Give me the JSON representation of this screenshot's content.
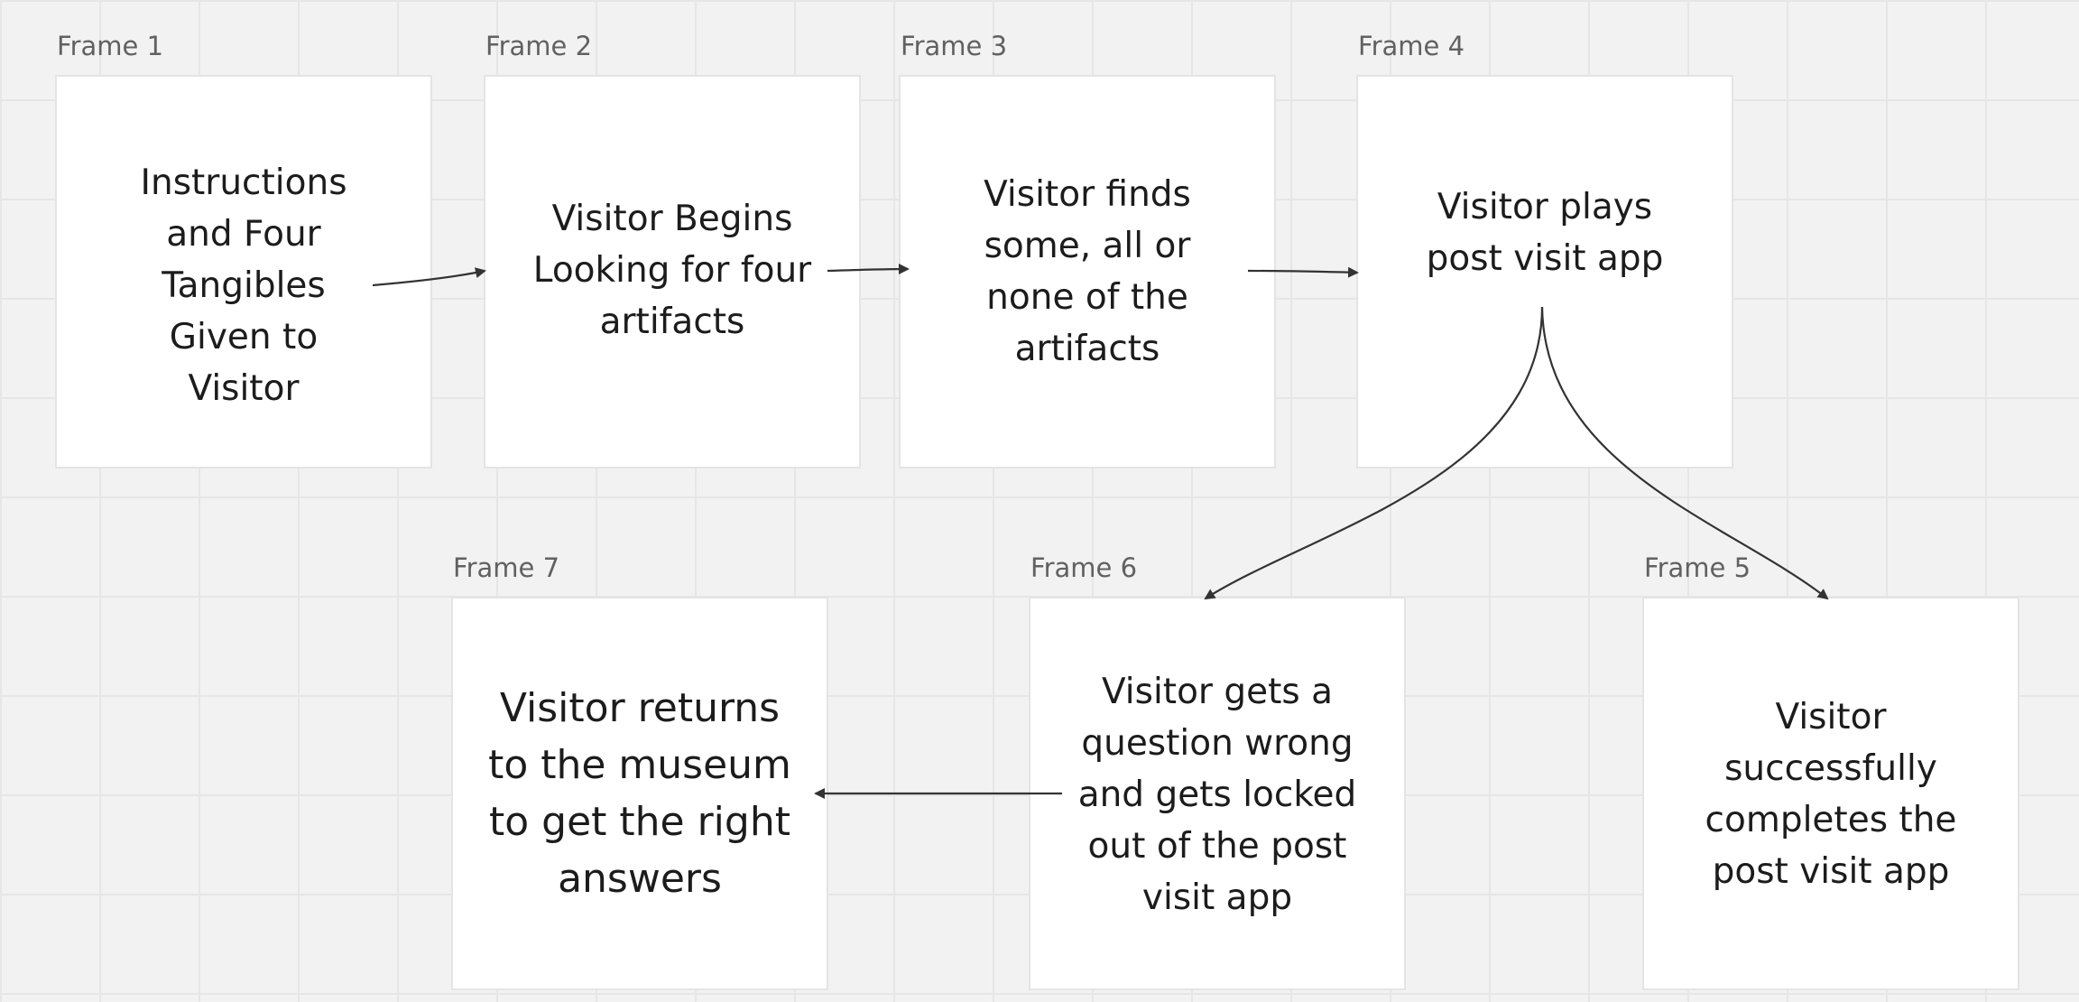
{
  "frames": [
    {
      "id": "frame-1",
      "label": "Frame 1",
      "text": "Instructions\nand Four\nTangibles\nGiven to\nVisitor"
    },
    {
      "id": "frame-2",
      "label": "Frame 2",
      "text": "Visitor Begins\nLooking for four\nartifacts"
    },
    {
      "id": "frame-3",
      "label": "Frame 3",
      "text": "Visitor finds\nsome, all or\nnone of the\nartifacts"
    },
    {
      "id": "frame-4",
      "label": "Frame 4",
      "text": "Visitor plays\npost visit app"
    },
    {
      "id": "frame-7",
      "label": "Frame 7",
      "text": "Visitor returns\nto the museum\nto get the right\nanswers"
    },
    {
      "id": "frame-6",
      "label": "Frame 6",
      "text": "Visitor gets a\nquestion wrong\nand gets locked\nout of the post\nvisit app"
    },
    {
      "id": "frame-5",
      "label": "Frame 5",
      "text": "Visitor\nsuccessfully\ncompletes the\npost visit app"
    }
  ],
  "connectors": [
    {
      "from": "frame-1",
      "to": "frame-2"
    },
    {
      "from": "frame-2",
      "to": "frame-3"
    },
    {
      "from": "frame-3",
      "to": "frame-4"
    },
    {
      "from": "frame-4",
      "to": "frame-6"
    },
    {
      "from": "frame-4",
      "to": "frame-5"
    },
    {
      "from": "frame-6",
      "to": "frame-7"
    }
  ],
  "colors": {
    "canvas_background": "#f2f2f2",
    "grid_line": "#e6e6e6",
    "frame_fill": "#ffffff",
    "frame_border": "#e4e4e4",
    "frame_label": "#616161",
    "card_text": "#1c1c1c",
    "connector": "#333333"
  }
}
